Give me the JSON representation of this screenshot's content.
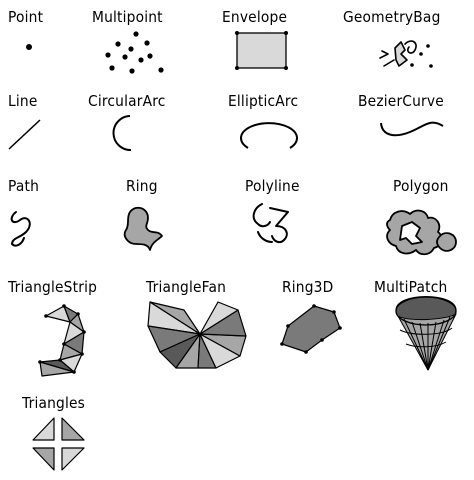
{
  "figure": {
    "geometry_types": [
      {
        "id": "point",
        "label": "Point"
      },
      {
        "id": "multipoint",
        "label": "Multipoint"
      },
      {
        "id": "envelope",
        "label": "Envelope"
      },
      {
        "id": "geometrybag",
        "label": "GeometryBag"
      },
      {
        "id": "line",
        "label": "Line"
      },
      {
        "id": "circulararc",
        "label": "CircularArc"
      },
      {
        "id": "ellipticarc",
        "label": "EllipticArc"
      },
      {
        "id": "beziercurve",
        "label": "BezierCurve"
      },
      {
        "id": "path",
        "label": "Path"
      },
      {
        "id": "ring",
        "label": "Ring"
      },
      {
        "id": "polyline",
        "label": "Polyline"
      },
      {
        "id": "polygon",
        "label": "Polygon"
      },
      {
        "id": "trianglestrip",
        "label": "TriangleStrip"
      },
      {
        "id": "trianglefan",
        "label": "TriangleFan"
      },
      {
        "id": "ring3d",
        "label": "Ring3D"
      },
      {
        "id": "multipatch",
        "label": "MultiPatch"
      },
      {
        "id": "triangles",
        "label": "Triangles"
      }
    ]
  },
  "colors": {
    "ink": "#000000",
    "fill_light": "#d9d9d9",
    "fill_mid": "#a6a6a6",
    "fill_dark": "#7a7a7a",
    "fill_darker": "#595959"
  }
}
